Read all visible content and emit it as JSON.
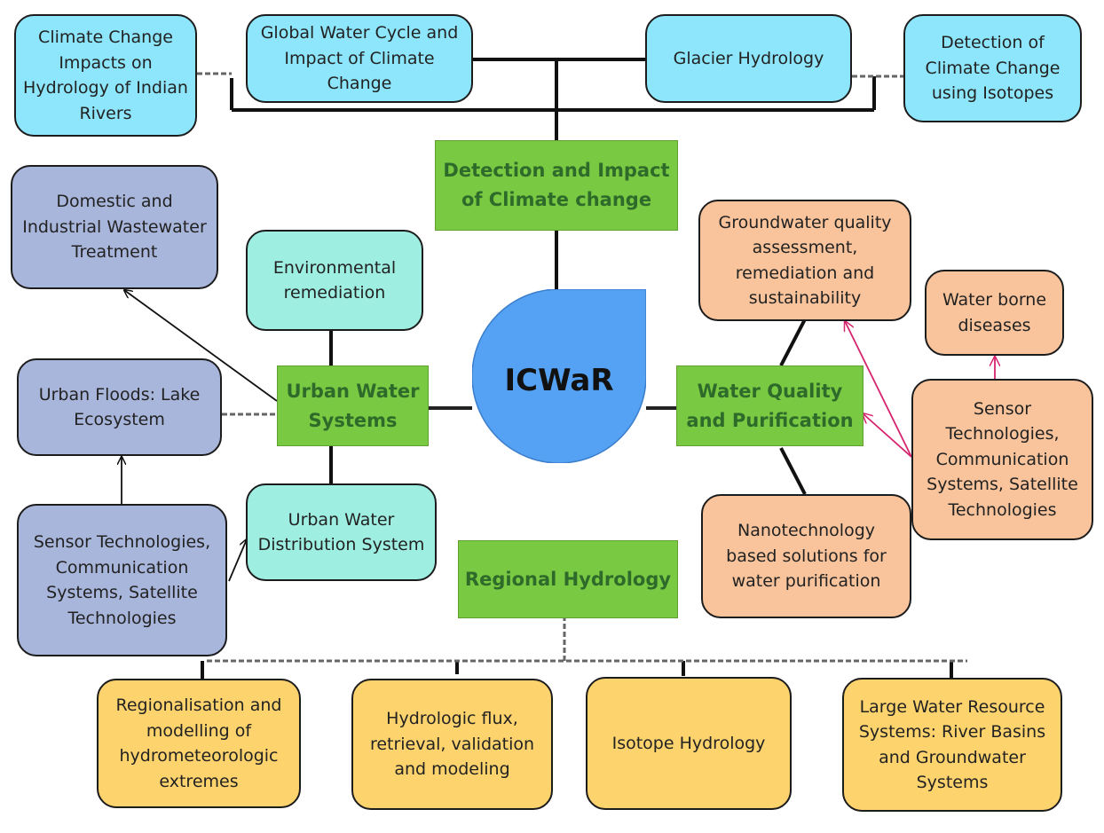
{
  "center": {
    "label": "ICWaR"
  },
  "hubs": {
    "climate": "Detection and Impact of Climate change",
    "urban": "Urban Water Systems",
    "quality": "Water Quality and Purification",
    "regional": "Regional Hydrology"
  },
  "climate_topics": {
    "impacts_indian_rivers": "Climate Change Impacts on Hydrology of Indian Rivers",
    "global_water_cycle": "Global Water Cycle and Impact of Climate Change",
    "glacier": "Glacier Hydrology",
    "isotopes_detection": "Detection of Climate Change using Isotopes"
  },
  "urban_topics": {
    "domestic_wastewater": "Domestic and Industrial Wastewater Treatment",
    "env_remediation": "Environmental remediation",
    "urban_floods": "Urban Floods: Lake Ecosystem",
    "sensor_tech": "Sensor Technologies, Communication Systems, Satellite Technologies",
    "distribution": "Urban Water Distribution System"
  },
  "quality_topics": {
    "groundwater_quality": "Groundwater quality assessment, remediation and sustainability",
    "waterborne": "Water borne diseases",
    "sensor_tech": "Sensor Technologies, Communication Systems, Satellite Technologies",
    "nanotech": "Nanotechnology based solutions for water purification"
  },
  "regional_topics": {
    "regionalisation": "Regionalisation and modelling of hydrometeorologic extremes",
    "flux": "Hydrologic flux, retrieval, validation and modeling",
    "isotope": "Isotope Hydrology",
    "large_systems": "Large Water Resource Systems: River Basins and Groundwater Systems"
  },
  "colors": {
    "climate_topic": "#8de6fb",
    "urban_topic_teal": "#9eeee2",
    "urban_topic_purple": "#a9b6dc",
    "quality_topic": "#f9c49c",
    "regional_topic": "#fdd36e",
    "hub": "#7ac943",
    "hub_text": "#2e6b2a",
    "center_drop": "#55a2f5",
    "arrow_magenta": "#d6246e"
  }
}
